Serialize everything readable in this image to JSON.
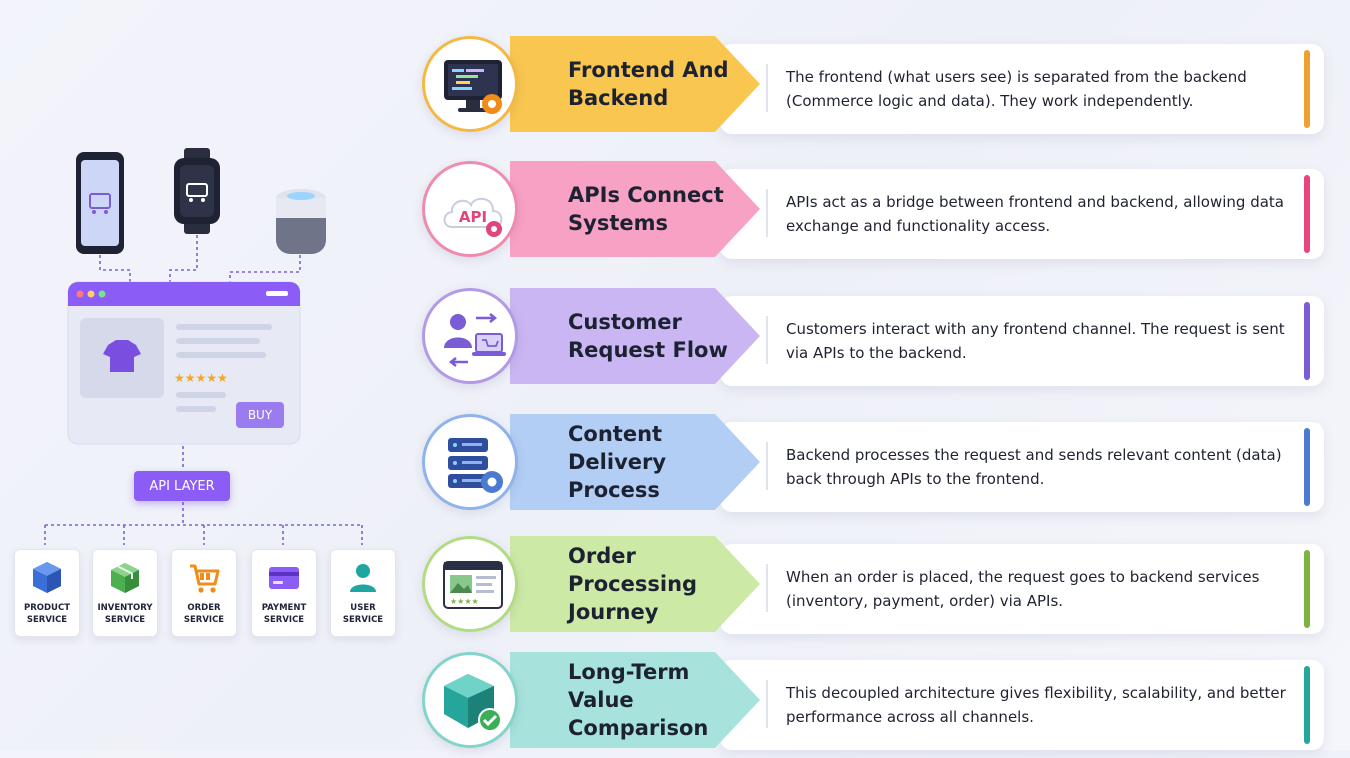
{
  "illustration": {
    "api_layer_label": "API LAYER",
    "buy_label": "BUY",
    "services": [
      {
        "label": "PRODUCT\nSERVICE",
        "icon": "cube-icon"
      },
      {
        "label": "INVENTORY\nSERVICE",
        "icon": "box-icon"
      },
      {
        "label": "ORDER\nSERVICE",
        "icon": "cart-icon"
      },
      {
        "label": "PAYMENT\nSERVICE",
        "icon": "card-icon"
      },
      {
        "label": "USER\nSERVICE",
        "icon": "user-icon"
      }
    ]
  },
  "steps": [
    {
      "title": "Frontend And\nBackend",
      "description": "The frontend (what users see) is separated from the backend (Commerce logic and data).  They work independently.",
      "color": "#f9c74f",
      "accent": "#f0a030",
      "ring": "#f4b942",
      "icon": "monitor-code-icon"
    },
    {
      "title": "APIs Connect\nSystems",
      "description": "APIs act as a bridge between frontend and backend, allowing data exchange and functionality access.",
      "color": "#f7a1c4",
      "accent": "#e8457a",
      "ring": "#f08bb0",
      "icon": "api-cloud-icon",
      "icon_text": "API"
    },
    {
      "title": "Customer\nRequest Flow",
      "description": "Customers interact with any frontend channel. The request is sent via APIs to the backend.",
      "color": "#c9b6f2",
      "accent": "#7a5cd6",
      "ring": "#b39ae8",
      "icon": "customer-request-icon"
    },
    {
      "title": "Content Delivery\nProcess",
      "description": "Backend processes the request and sends relevant content (data) back through APIs to the frontend.",
      "color": "#b3cef4",
      "accent": "#4a7bd0",
      "ring": "#8fb3ea",
      "icon": "server-gear-icon"
    },
    {
      "title": "Order Processing\nJourney",
      "description": "When an order is placed, the request goes to backend services (inventory, payment, order) via APIs.",
      "color": "#cde9a6",
      "accent": "#7cb342",
      "ring": "#b2dc84",
      "icon": "order-window-icon"
    },
    {
      "title": "Long-Term Value\nComparison",
      "description": "This decoupled architecture gives flexibility, scalability, and better performance across all channels.",
      "color": "#a7e3dc",
      "accent": "#26a69a",
      "ring": "#83d4ca",
      "icon": "package-check-icon"
    }
  ]
}
